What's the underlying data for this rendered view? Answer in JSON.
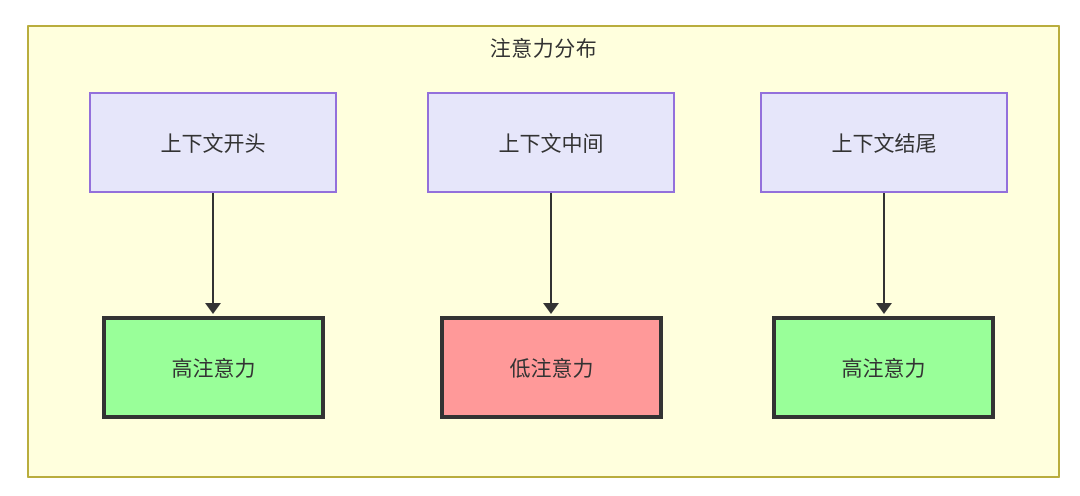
{
  "diagram": {
    "title": "注意力分布",
    "colors": {
      "cluster_fill": "#ffffdd",
      "cluster_border": "#b9ad3d",
      "source_fill": "#e6e6fa",
      "source_border": "#9370db",
      "high_fill": "#99ff99",
      "low_fill": "#ff9999",
      "node_border": "#333333",
      "edge": "#333333",
      "text": "#333333"
    },
    "columns": [
      {
        "source": {
          "label": "上下文开头",
          "icon": "rect-node"
        },
        "target": {
          "label": "高注意力",
          "level": "high"
        },
        "edge": {
          "icon": "arrow-down-icon"
        }
      },
      {
        "source": {
          "label": "上下文中间",
          "icon": "rect-node"
        },
        "target": {
          "label": "低注意力",
          "level": "low"
        },
        "edge": {
          "icon": "arrow-down-icon"
        }
      },
      {
        "source": {
          "label": "上下文结尾",
          "icon": "rect-node"
        },
        "target": {
          "label": "高注意力",
          "level": "high"
        },
        "edge": {
          "icon": "arrow-down-icon"
        }
      }
    ]
  }
}
